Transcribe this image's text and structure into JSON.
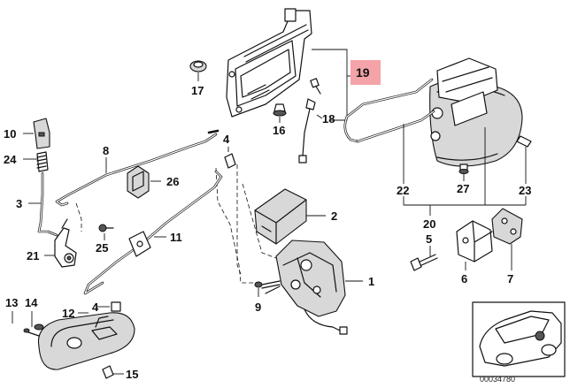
{
  "diagram": {
    "callouts": [
      {
        "id": "c1",
        "text": "1"
      },
      {
        "id": "c2",
        "text": "2"
      },
      {
        "id": "c3",
        "text": "3"
      },
      {
        "id": "c4a",
        "text": "4"
      },
      {
        "id": "c4b",
        "text": "4"
      },
      {
        "id": "c5",
        "text": "5"
      },
      {
        "id": "c6",
        "text": "6"
      },
      {
        "id": "c7",
        "text": "7"
      },
      {
        "id": "c8",
        "text": "8"
      },
      {
        "id": "c9",
        "text": "9"
      },
      {
        "id": "c10",
        "text": "10"
      },
      {
        "id": "c11",
        "text": "11"
      },
      {
        "id": "c12",
        "text": "12"
      },
      {
        "id": "c13",
        "text": "13"
      },
      {
        "id": "c14",
        "text": "14"
      },
      {
        "id": "c15",
        "text": "15"
      },
      {
        "id": "c16",
        "text": "16"
      },
      {
        "id": "c17",
        "text": "17"
      },
      {
        "id": "c18",
        "text": "18"
      },
      {
        "id": "c19",
        "text": "19"
      },
      {
        "id": "c20",
        "text": "20"
      },
      {
        "id": "c21",
        "text": "21"
      },
      {
        "id": "c22",
        "text": "22"
      },
      {
        "id": "c23",
        "text": "23"
      },
      {
        "id": "c24",
        "text": "24"
      },
      {
        "id": "c25",
        "text": "25"
      },
      {
        "id": "c26",
        "text": "26"
      },
      {
        "id": "c27",
        "text": "27"
      }
    ],
    "highlight_color": "#f4a3a8",
    "image_code": "00034780"
  }
}
